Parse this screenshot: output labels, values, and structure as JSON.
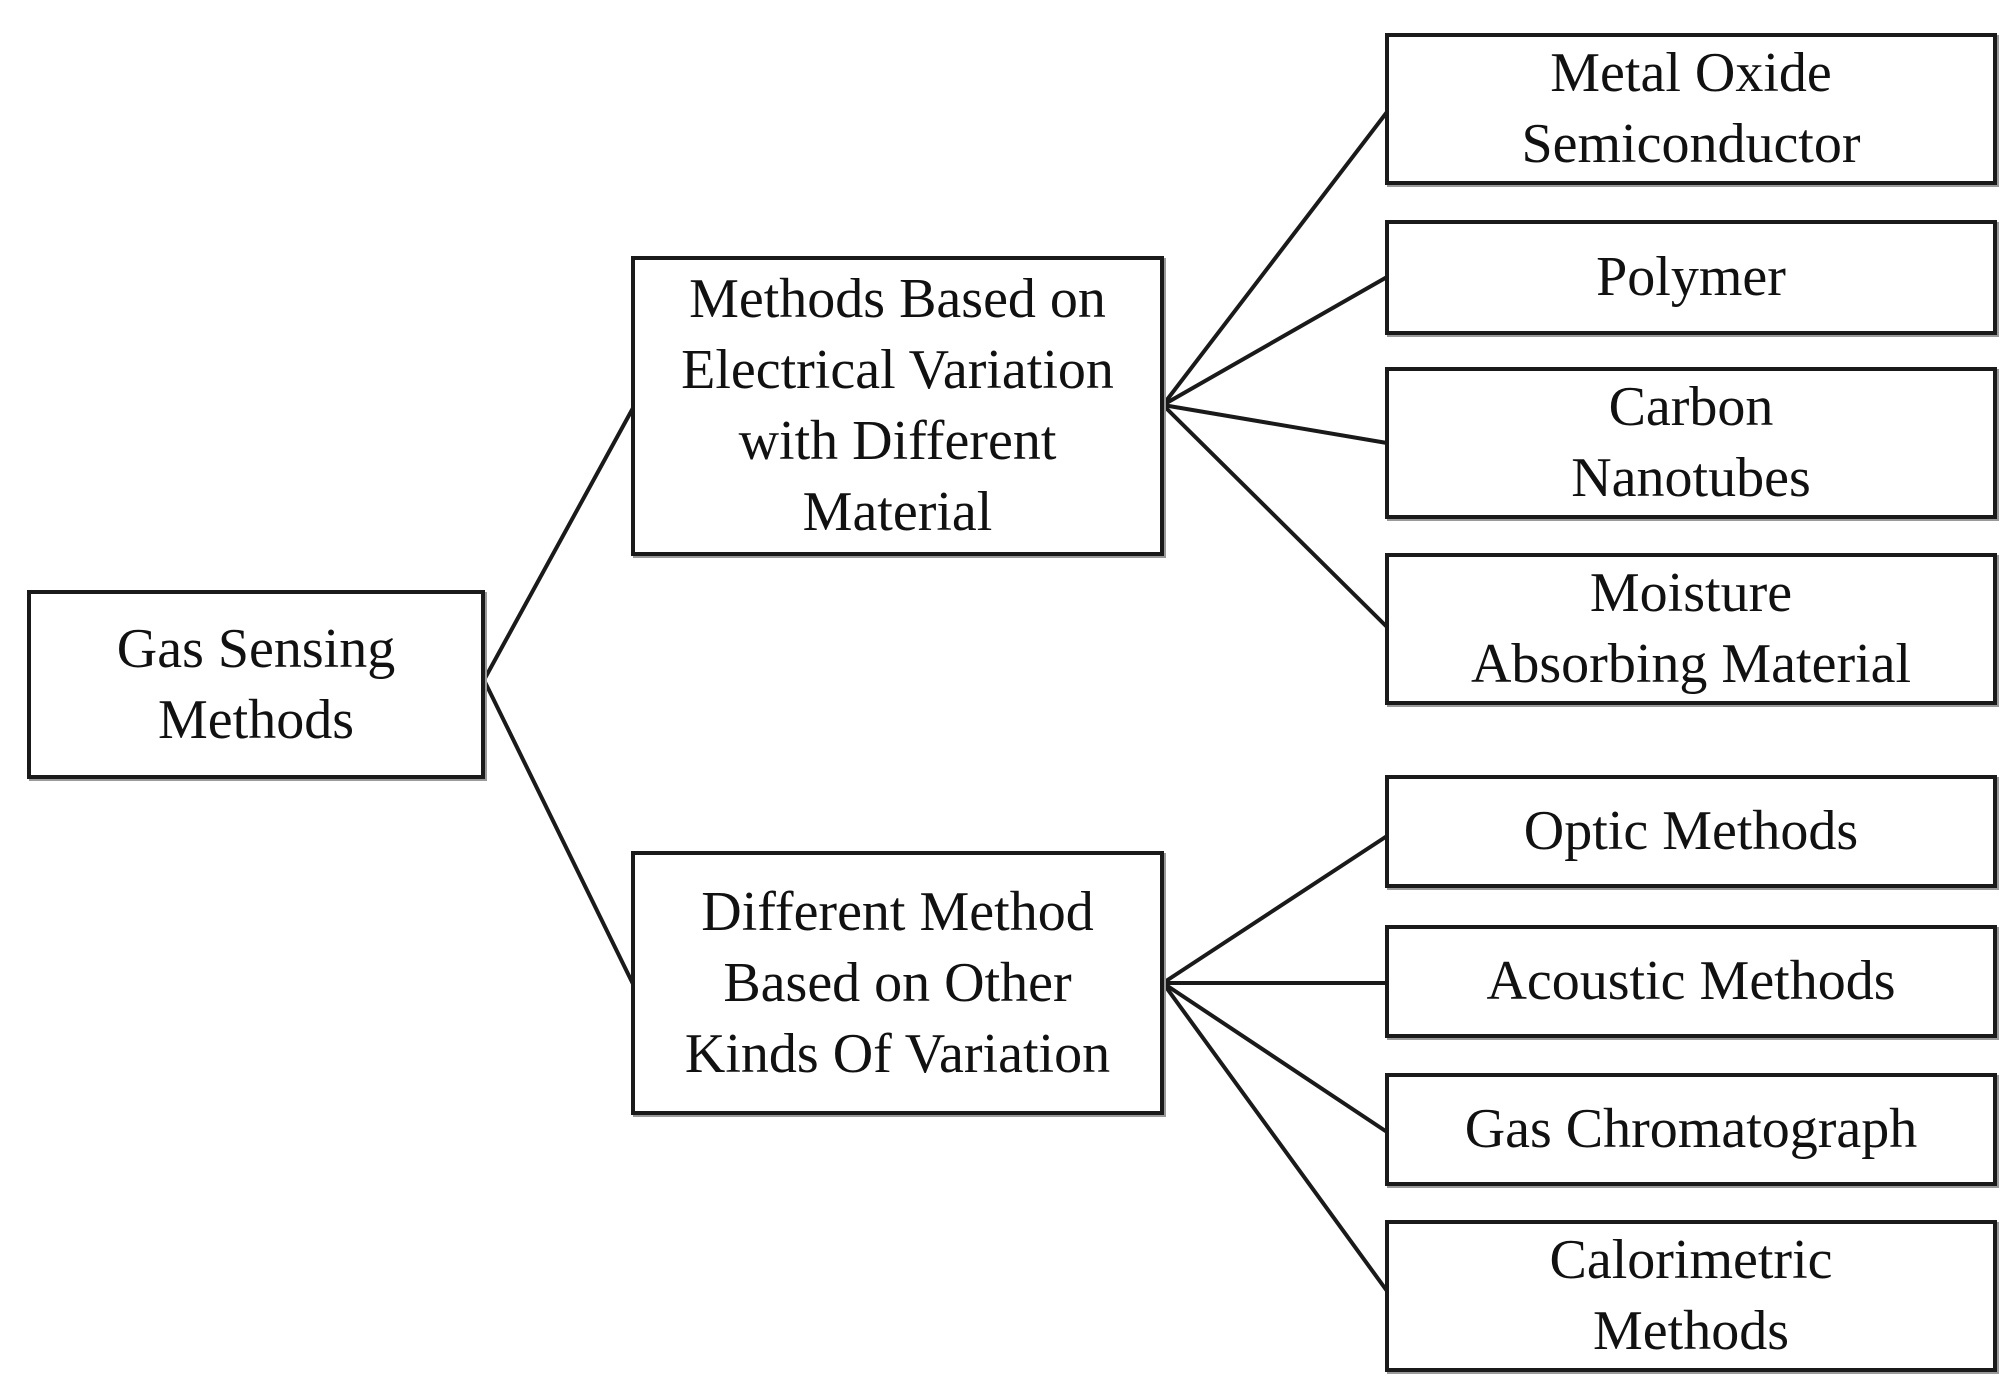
{
  "diagram": {
    "root": {
      "id": "root",
      "label": "Gas Sensing\nMethods"
    },
    "branches": [
      {
        "id": "electrical",
        "label": "Methods Based on\nElectrical Variation\nwith Different\nMaterial",
        "children": [
          {
            "id": "mos",
            "label": "Metal Oxide\nSemiconductor"
          },
          {
            "id": "polymer",
            "label": "Polymer"
          },
          {
            "id": "cnt",
            "label": "Carbon\nNanotubes"
          },
          {
            "id": "moisture",
            "label": "Moisture\nAbsorbing Material"
          }
        ]
      },
      {
        "id": "other",
        "label": "Different Method\nBased on Other\nKinds Of Variation",
        "children": [
          {
            "id": "optic",
            "label": "Optic Methods"
          },
          {
            "id": "acoustic",
            "label": "Acoustic Methods"
          },
          {
            "id": "gc",
            "label": "Gas Chromatograph"
          },
          {
            "id": "calorimetric",
            "label": "Calorimetric\nMethods"
          }
        ]
      }
    ]
  },
  "colors": {
    "line": "#1a1a1a",
    "box_border": "#1a1a1a",
    "background": "#ffffff"
  }
}
